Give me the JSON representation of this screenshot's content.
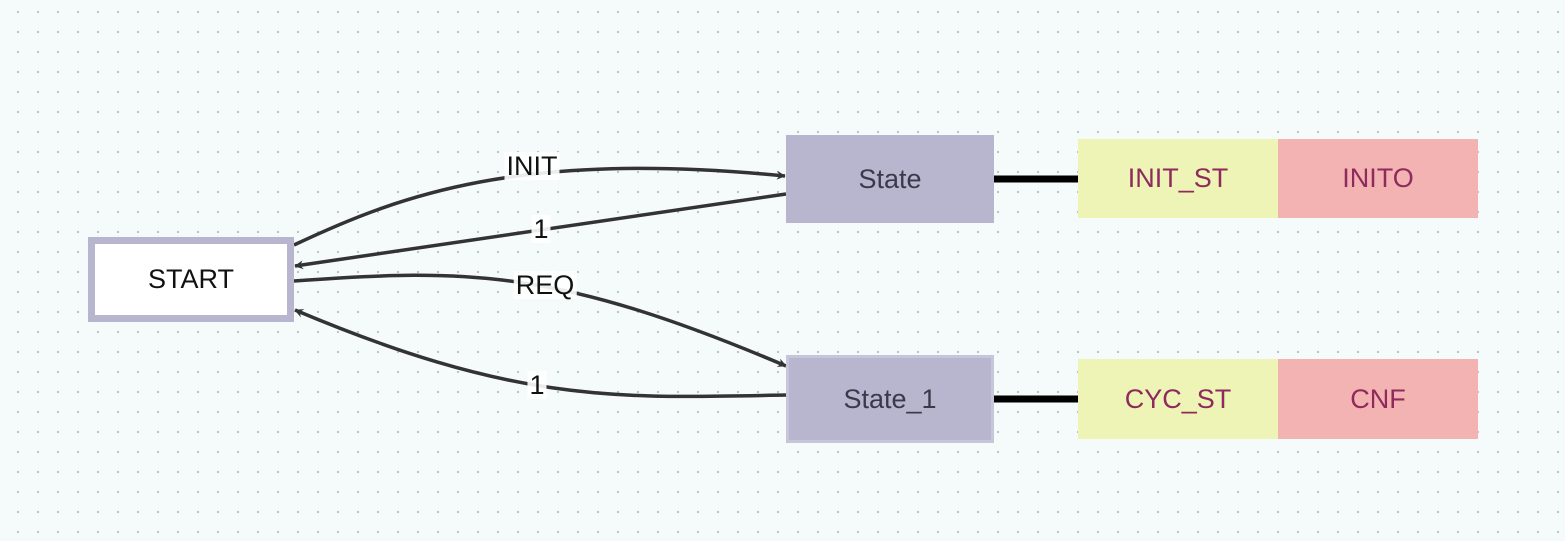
{
  "states": {
    "start": "START",
    "state": "State",
    "state_1": "State_1"
  },
  "actions": [
    {
      "state": "State",
      "algorithm": "INIT_ST",
      "output_event": "INITO"
    },
    {
      "state": "State_1",
      "algorithm": "CYC_ST",
      "output_event": "CNF"
    }
  ],
  "transitions": [
    {
      "from": "START",
      "to": "State",
      "condition": "INIT"
    },
    {
      "from": "State",
      "to": "START",
      "condition": "1"
    },
    {
      "from": "START",
      "to": "State_1",
      "condition": "REQ"
    },
    {
      "from": "State_1",
      "to": "START",
      "condition": "1"
    }
  ],
  "colors": {
    "state_fill": "#b8b5cf",
    "algorithm_fill": "#eef4b6",
    "event_fill": "#f4b3b3",
    "action_text": "#8e2a5c",
    "edge": "#333333",
    "connector": "#000000"
  }
}
